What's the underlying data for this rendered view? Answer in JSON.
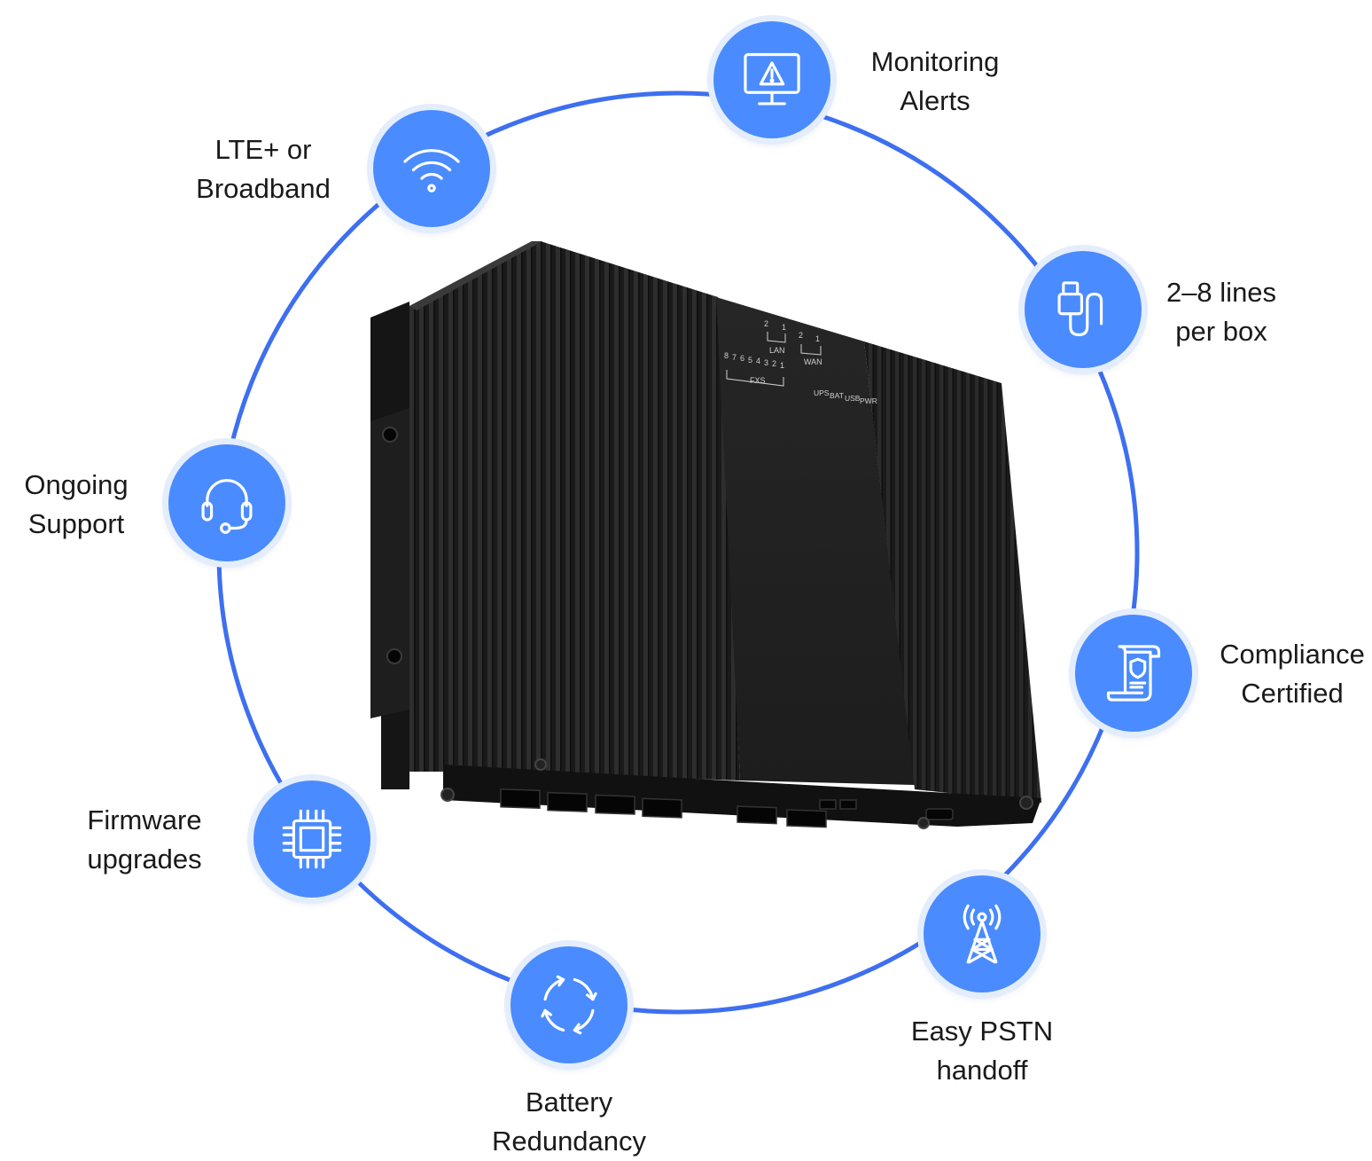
{
  "accent_color": "#3d6ff0",
  "circle_color": "#4a8cff",
  "features": [
    {
      "id": "monitoring",
      "icon": "monitor-alert-icon",
      "lines": [
        "Monitoring",
        "Alerts"
      ]
    },
    {
      "id": "lines",
      "icon": "usb-cable-icon",
      "lines": [
        "2–8 lines",
        "per box"
      ]
    },
    {
      "id": "compliance",
      "icon": "certificate-scroll-icon",
      "lines": [
        "Compliance",
        "Certified"
      ]
    },
    {
      "id": "pstn",
      "icon": "cell-tower-icon",
      "lines": [
        "Easy PSTN",
        "handoff"
      ]
    },
    {
      "id": "battery",
      "icon": "refresh-arrows-icon",
      "lines": [
        "Battery",
        "Redundancy"
      ]
    },
    {
      "id": "firmware",
      "icon": "chip-icon",
      "lines": [
        "Firmware",
        "upgrades"
      ]
    },
    {
      "id": "support",
      "icon": "headset-icon",
      "lines": [
        "Ongoing",
        "Support"
      ]
    },
    {
      "id": "lte",
      "icon": "wifi-icon",
      "lines": [
        "LTE+ or",
        "Broadband"
      ]
    }
  ],
  "device": {
    "lan_label": "LAN",
    "lan_ports": [
      "2",
      "1"
    ],
    "wan_label": "WAN",
    "wan_ports": [
      "2",
      "1"
    ],
    "fxs_label": "FXS",
    "fxs_ports": [
      "8",
      "7",
      "6",
      "5",
      "4",
      "3",
      "2",
      "1"
    ],
    "status_leds": [
      "UPS",
      "BAT",
      "USB",
      "PWR"
    ]
  }
}
